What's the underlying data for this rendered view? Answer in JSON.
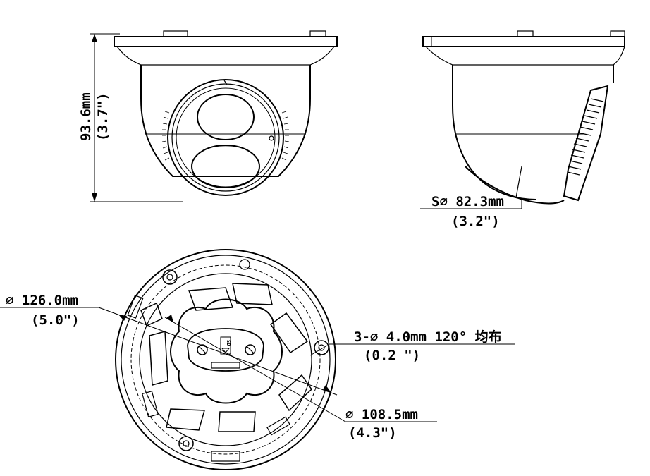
{
  "front_view": {
    "height_mm": "93.6mm",
    "height_in": "(3.7\")"
  },
  "side_view": {
    "sphere_dia_mm": "S∅ 82.3mm",
    "sphere_dia_in": "(3.2\")"
  },
  "bottom_view": {
    "outer_dia_mm": "∅ 126.0mm",
    "outer_dia_in": "(5.0\")",
    "holes_spec": "3-∅ 4.0mm 120° 均布",
    "holes_in": "(0.2 \")",
    "pcd_mm": "∅ 108.5mm",
    "pcd_in": "(4.3\")",
    "sd_label": "SD"
  }
}
